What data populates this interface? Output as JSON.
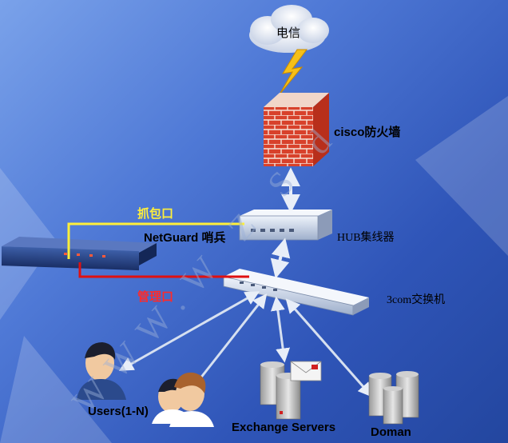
{
  "labels": {
    "telecom": "电信",
    "firewall": "cisco防火墙",
    "capture_port": "抓包口",
    "netguard": "NetGuard  哨兵",
    "hub": "HUB集线器",
    "mgmt_port": "管理口",
    "switch": "3com交换机",
    "users": "Users(1-N)",
    "exchange": "Exchange Servers",
    "domain": "Doman"
  },
  "watermark": "WWW.W Z S d",
  "colors": {
    "capture_line": "#ffef3a",
    "mgmt_line": "#e01010",
    "background_top": "#7aa2ea",
    "background_bottom": "#23469f"
  }
}
